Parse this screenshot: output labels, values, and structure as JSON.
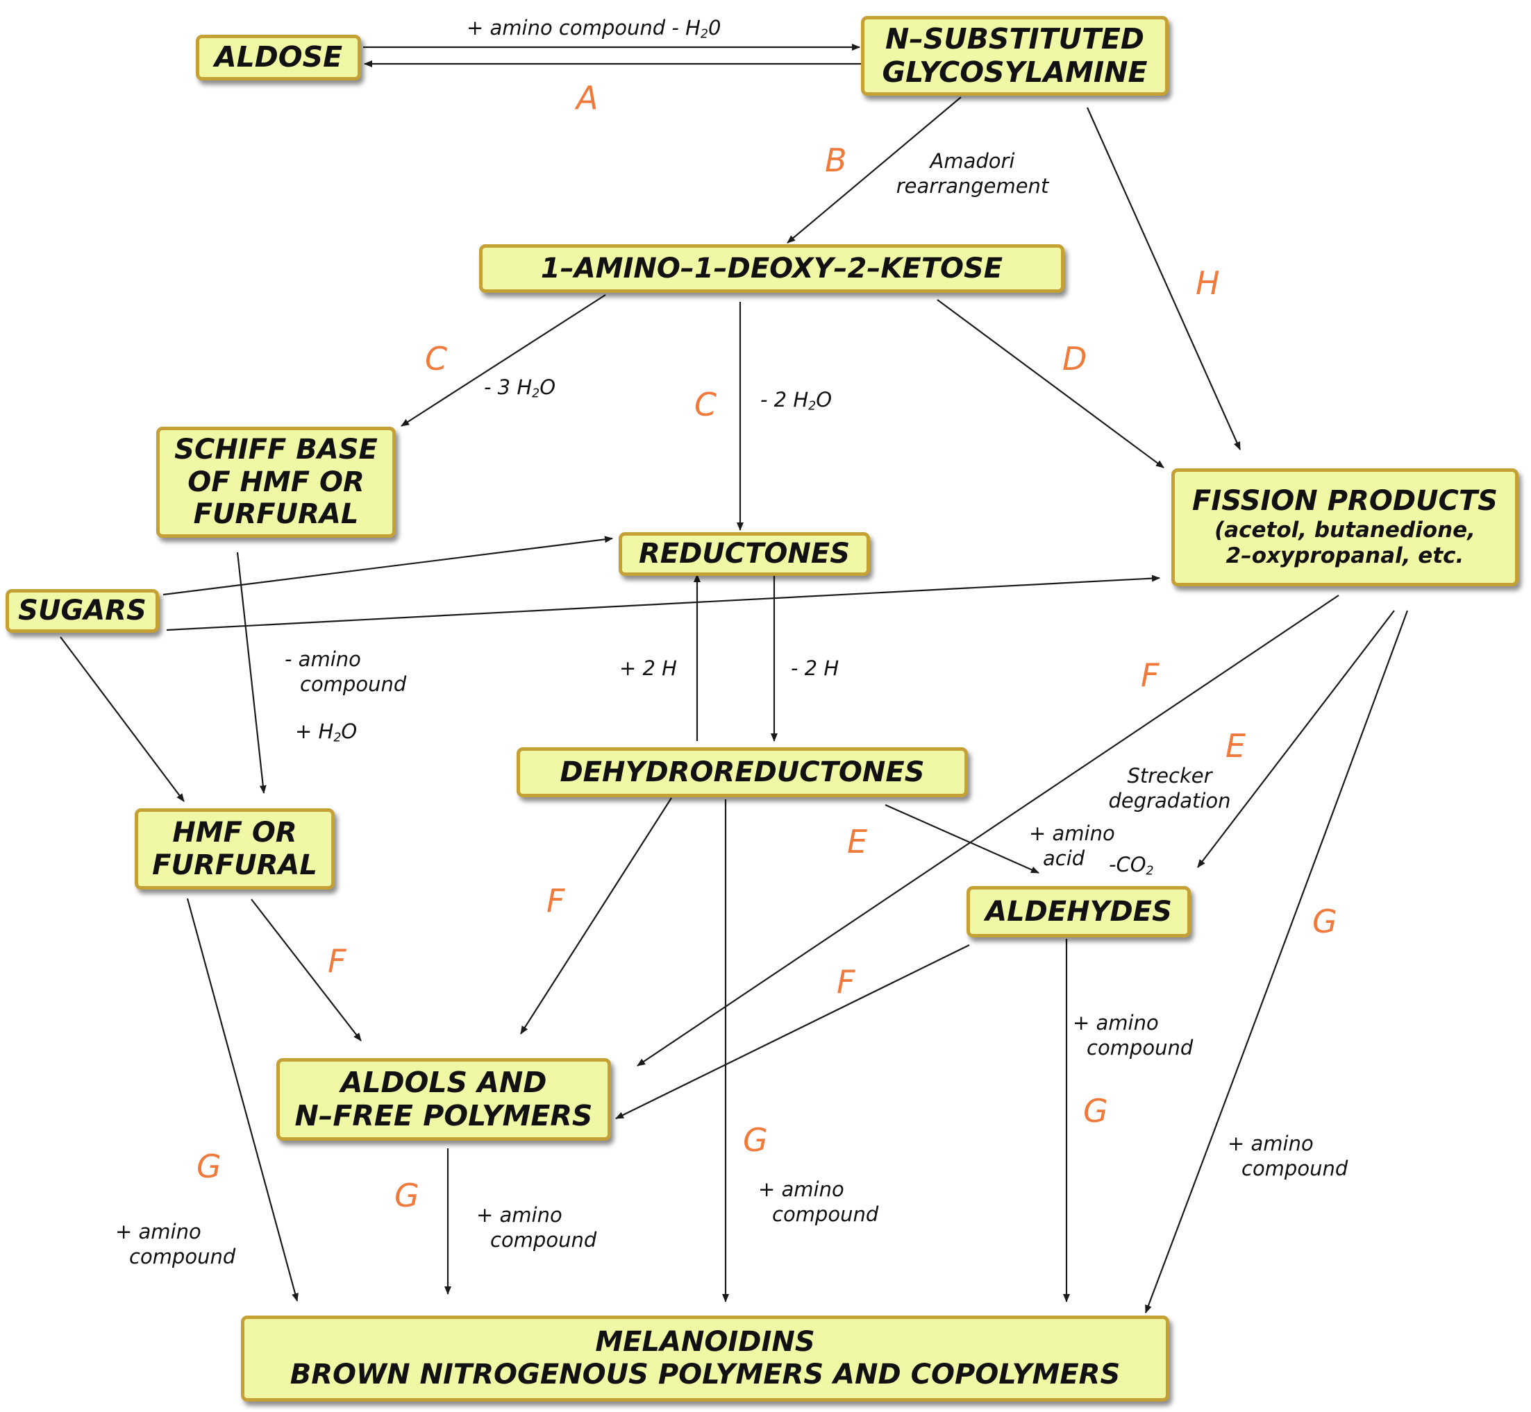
{
  "colors": {
    "box_fill": "#f1f8a5",
    "box_border": "#c4a035",
    "text": "#111111",
    "letter": "#f07a3c",
    "arrow": "#1a1a1a"
  },
  "nodes": {
    "aldose": "ALDOSE",
    "glycosylamine": {
      "line1": "N–SUBSTITUTED",
      "line2": "GLYCOSYLAMINE"
    },
    "ketose": "1–AMINO–1–DEOXY–2–KETOSE",
    "schiff": {
      "line1": "SCHIFF BASE",
      "line2": "OF HMF OR",
      "line3": "FURFURAL"
    },
    "reductones": "REDUCTONES",
    "fission": {
      "line1": "FISSION PRODUCTS",
      "line2": "(acetol, butanedione,",
      "line3": "2–oxypropanal, etc."
    },
    "sugars": "SUGARS",
    "dehydro": "DEHYDROREDUCTONES",
    "hmf": {
      "line1": "HMF OR",
      "line2": "FURFURAL"
    },
    "aldehydes": "ALDEHYDES",
    "aldols": {
      "line1": "ALDOLS AND",
      "line2": "N–FREE POLYMERS"
    },
    "melanoidins": {
      "line1": "MELANOIDINS",
      "line2": "BROWN NITROGENOUS POLYMERS AND COPOLYMERS"
    }
  },
  "labels": {
    "amino_h2o": {
      "pre": "+ amino compound - H",
      "sub": "2",
      "post": "0"
    },
    "amadori1": "Amadori",
    "amadori2": "rearrangement",
    "minus3h2o": {
      "pre": "- 3 H",
      "sub": "2",
      "post": "O"
    },
    "minus2h2o": {
      "pre": "- 2 H",
      "sub": "2",
      "post": "O"
    },
    "minus_amino1": "- amino",
    "minus_amino2": "compound",
    "plus_h2o": {
      "pre": "+ H",
      "sub": "2",
      "post": "O"
    },
    "plus2h": "+ 2 H",
    "minus2h": "- 2 H",
    "strecker1": "Strecker",
    "strecker2": "degradation",
    "plus_amino_acid1": "+ amino",
    "plus_amino_acid2": "acid",
    "minus_co2": {
      "pre": "-CO",
      "sub": "2",
      "post": ""
    },
    "amino_compound_1": {
      "l1": "+ amino",
      "l2": "compound"
    },
    "amino_compound_2": {
      "l1": "+ amino",
      "l2": "compound"
    },
    "amino_compound_3": {
      "l1": "+ amino",
      "l2": "compound"
    },
    "amino_compound_4": {
      "l1": "+ amino",
      "l2": "compound"
    },
    "amino_compound_5": {
      "l1": "+ amino",
      "l2": "compound"
    }
  },
  "letters": {
    "a": "A",
    "b": "B",
    "h": "H",
    "c1": "C",
    "c2": "C",
    "d": "D",
    "f1": "F",
    "f2": "F",
    "f3": "F",
    "f4": "F",
    "e1": "E",
    "e2": "E",
    "g1": "G",
    "g2": "G",
    "g3": "G",
    "g4": "G",
    "g5": "G"
  }
}
